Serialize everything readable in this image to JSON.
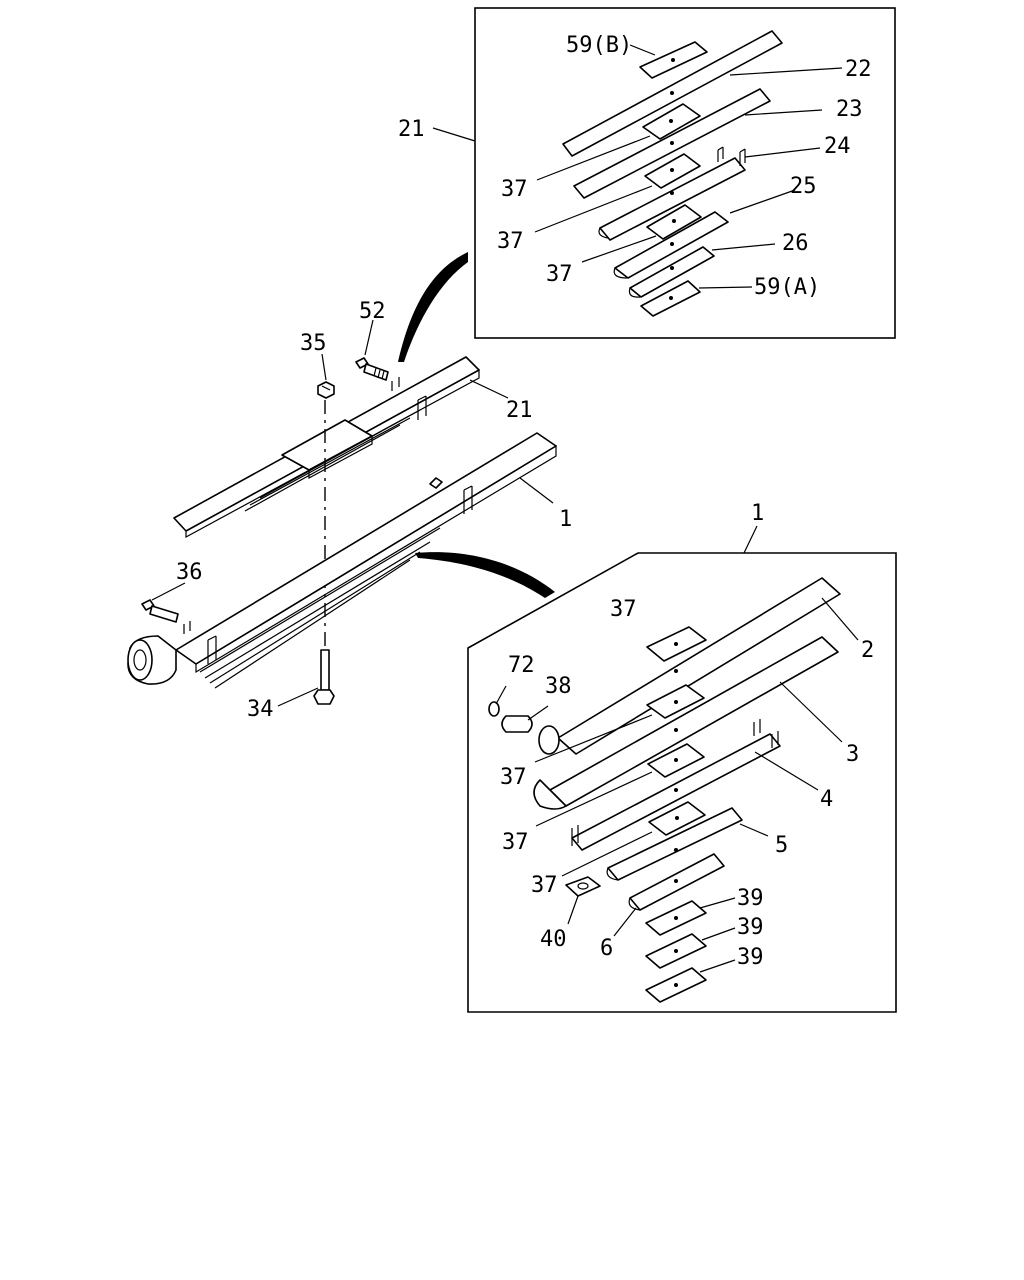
{
  "callouts": {
    "c59b": "59(B)",
    "c22": "22",
    "c23": "23",
    "c24": "24",
    "c25": "25",
    "c26": "26",
    "c59a": "59(A)",
    "c21_box": "21",
    "c37_a": "37",
    "c37_b": "37",
    "c37_c": "37",
    "c52": "52",
    "c35": "35",
    "c21_main": "21",
    "c1_main": "1",
    "c36": "36",
    "c34": "34",
    "c1_box": "1",
    "c37_d": "37",
    "c2": "2",
    "c72": "72",
    "c38": "38",
    "c3": "3",
    "c37_e": "37",
    "c4": "4",
    "c37_f": "37",
    "c5": "5",
    "c37_g": "37",
    "c39_a": "39",
    "c39_b": "39",
    "c39_c": "39",
    "c40": "40",
    "c6": "6"
  }
}
